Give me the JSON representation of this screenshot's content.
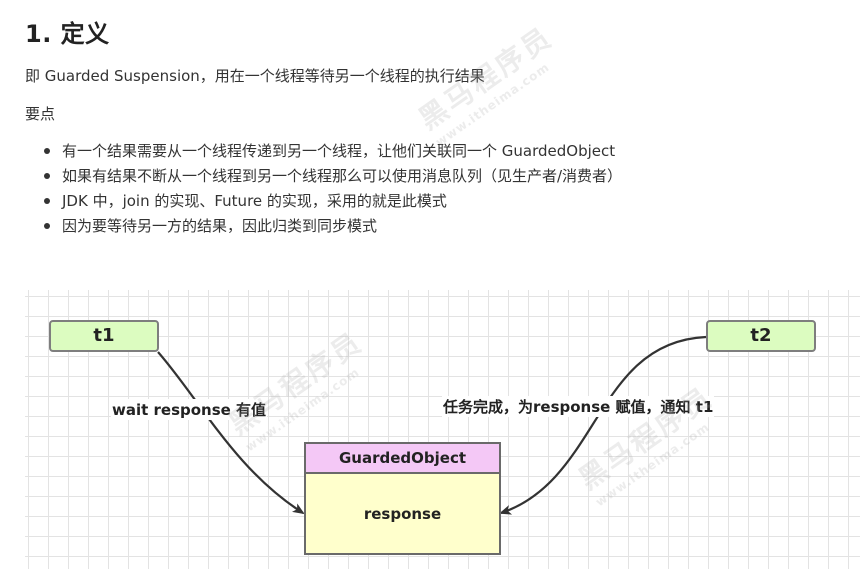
{
  "heading": "1. 定义",
  "intro": "即 Guarded Suspension，用在一个线程等待另一个线程的执行结果",
  "key_points_title": "要点",
  "points": [
    "有一个结果需要从一个线程传递到另一个线程，让他们关联同一个 GuardedObject",
    "如果有结果不断从一个线程到另一个线程那么可以使用消息队列（见生产者/消费者）",
    "JDK 中，join 的实现、Future 的实现，采用的就是此模式",
    "因为要等待另一方的结果，因此归类到同步模式"
  ],
  "diagram": {
    "t1_label": "t1",
    "t2_label": "t2",
    "left_arrow_label": "wait response 有值",
    "right_arrow_label": "任务完成，为response 赋值，通知 t1",
    "object_title": "GuardedObject",
    "object_field": "response",
    "colors": {
      "thread_fill": "#dcfcc0",
      "object_header_fill": "#f4c8f6",
      "object_body_fill": "#ffffcc",
      "arrow": "#333333",
      "grid": "#e3e3e3"
    }
  },
  "watermark": {
    "brand": "黑马程序员",
    "site": "www.itheima.com"
  }
}
